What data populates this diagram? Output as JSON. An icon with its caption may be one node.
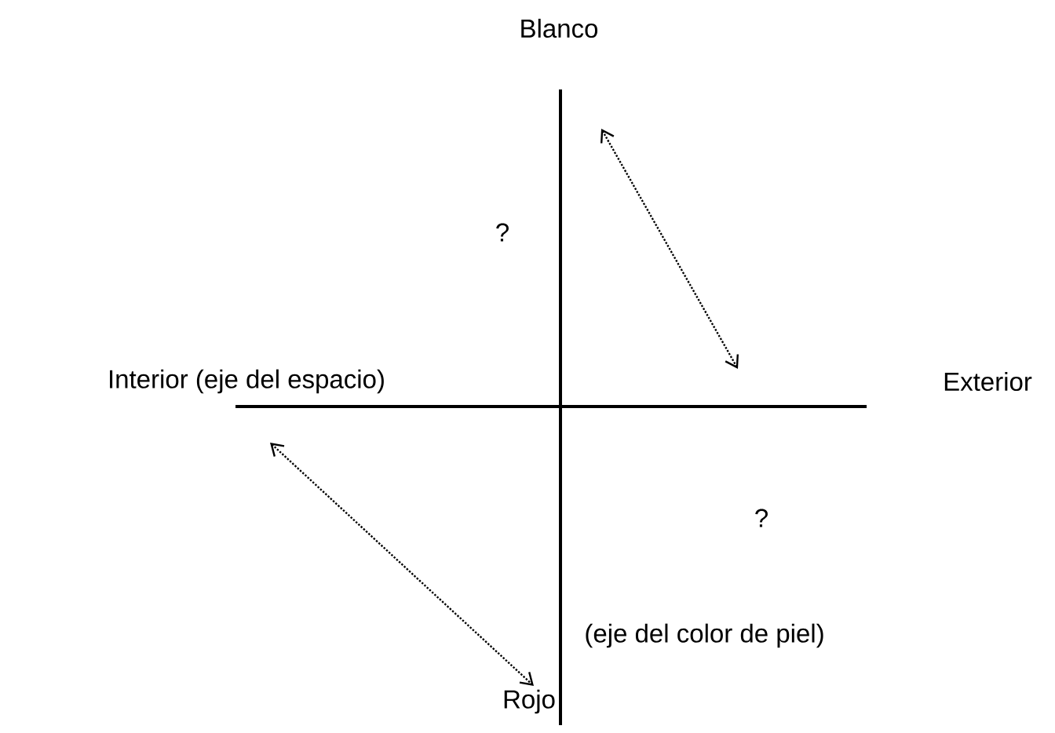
{
  "diagram": {
    "labels": [
      "Blanco",
      "?",
      "Interior (eje del espacio)",
      "Exterior",
      "?",
      "(eje del color de piel)",
      "Rojo"
    ]
  }
}
